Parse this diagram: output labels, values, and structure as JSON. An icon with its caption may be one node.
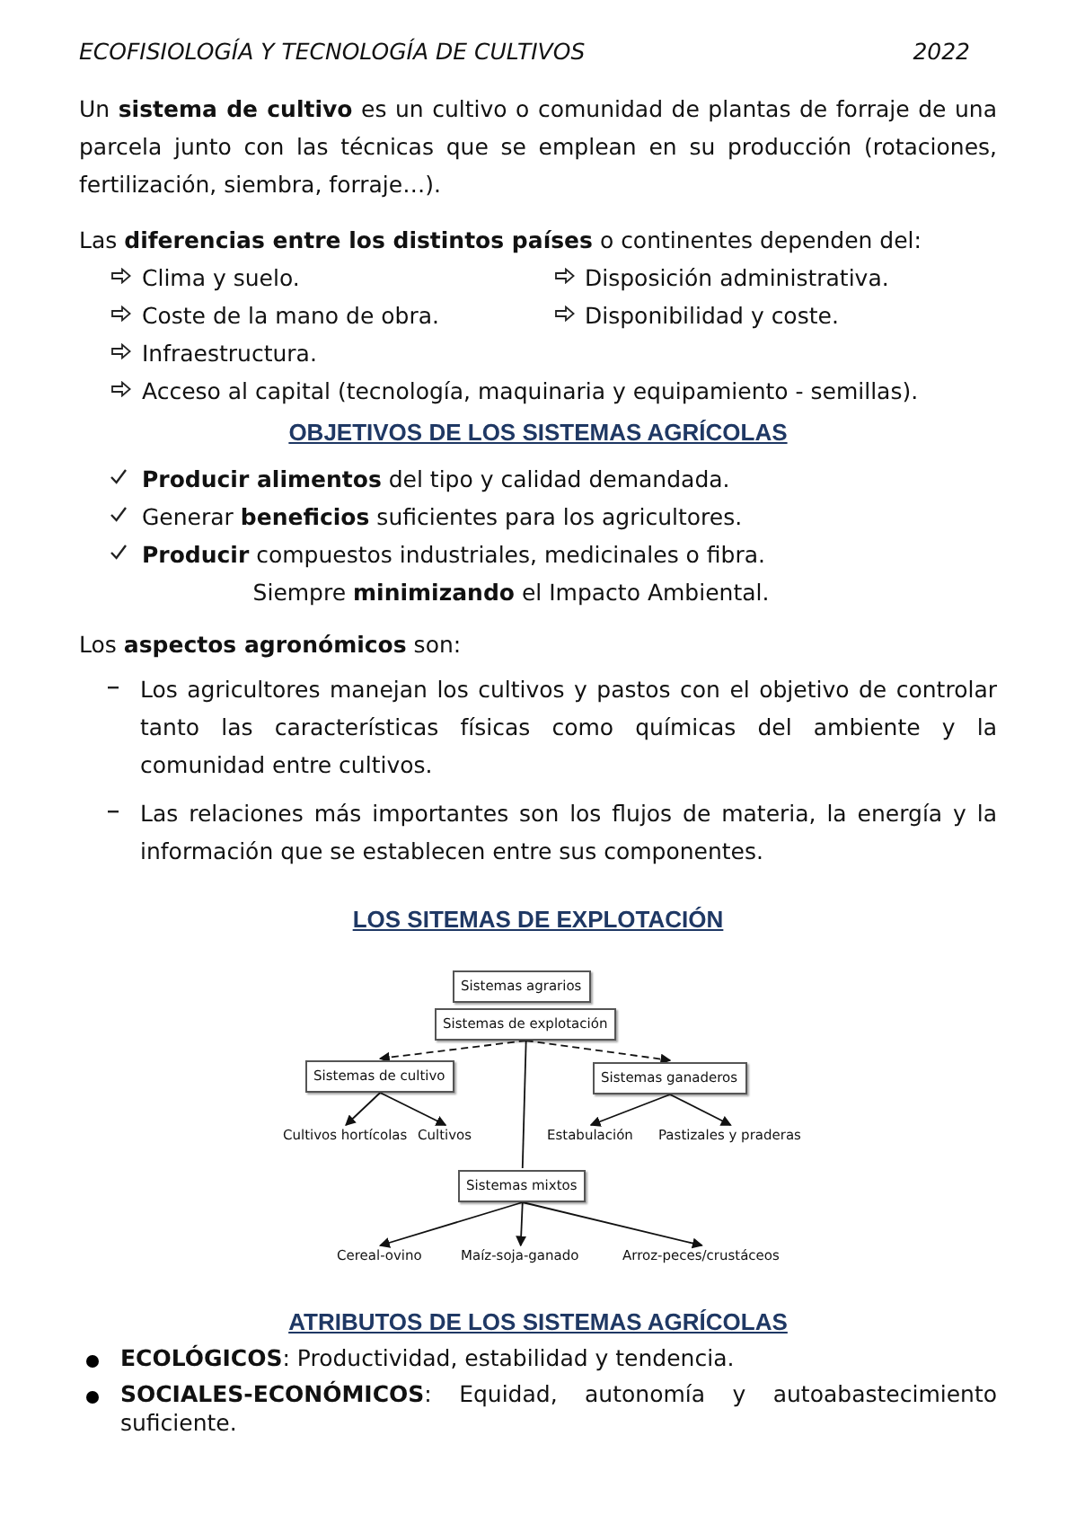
{
  "diagram": {
    "title": "LOS SITEMAS DE EXPLOTACIÓN",
    "nodes": [
      {
        "text": [
          "Sistemas agrarios"
        ]
      },
      {
        "text": [
          "Sistemas de explotación"
        ]
      },
      {
        "text": [
          "Sistemas de cultivo"
        ]
      },
      {
        "text": [
          "Sistemas ganaderos"
        ]
      },
      {
        "text": [
          "Cultivos hortícolas"
        ]
      },
      {
        "text": [
          "Cultivos"
        ]
      },
      {
        "text": [
          "Estabulación"
        ]
      },
      {
        "text": [
          "Pastizales y praderas"
        ]
      },
      {
        "text": [
          "Sistemas mixtos"
        ]
      },
      {
        "text": [
          "Cereal-ovino"
        ]
      },
      {
        "text": [
          "Maíz-soja-ganado"
        ]
      },
      {
        "text": [
          "Arroz-peces/crustáceos"
        ]
      }
    ],
    "edges": [
      {
        "from": 1,
        "to": 2,
        "arrow": "to",
        "style": "dashed"
      },
      {
        "from": 1,
        "to": 3,
        "arrow": "to",
        "style": "dashed"
      },
      {
        "from": 1,
        "to": 8,
        "arrow": "none"
      },
      {
        "from": 2,
        "to": 4,
        "arrow": "to"
      },
      {
        "from": 2,
        "to": 5,
        "arrow": "to"
      },
      {
        "from": 3,
        "to": 6,
        "arrow": "to"
      },
      {
        "from": 3,
        "to": 7,
        "arrow": "to"
      },
      {
        "from": 8,
        "to": 9,
        "arrow": "to"
      },
      {
        "from": 8,
        "to": 10,
        "arrow": "to"
      },
      {
        "from": 8,
        "to": 11,
        "arrow": "to"
      }
    ],
    "labels": [
      "ECOFISIOLOGÍA Y TECNOLOGÍA DE CULTIVOS",
      "2022",
      "Un **sistema de cultivo** es un cultivo o comunidad de plantas de forraje de una parcela junto con las técnicas que se emplean en su producción (rotaciones, fertilización, siembra, forraje…).",
      "Las **diferencias entre los distintos países** o continentes dependen del:",
      "Clima y suelo.",
      "Disposición administrativa.",
      "Coste de la mano de obra.",
      "Disponibilidad y coste.",
      "Infraestructura.",
      "Acceso al capital (tecnología, maquinaria y equipamiento - semillas).",
      "OBJETIVOS DE LOS SISTEMAS AGRÍCOLAS",
      "**Producir alimentos** del tipo y calidad demandada.",
      "Generar **beneficios** suficientes para los agricultores.",
      "**Producir** compuestos industriales, medicinales o fibra.",
      "Siempre **minimizando** el Impacto Ambiental.",
      "Los **aspectos agronómicos** son:",
      "Los agricultores manejan los cultivos y pastos con el objetivo de controlar tanto las características físicas como químicas del ambiente y la comunidad entre cultivos.",
      "Las relaciones más importantes son los flujos de materia, la energía y la información que se establecen entre sus componentes.",
      "ATRIBUTOS DE LOS SISTEMAS AGRÍCOLAS",
      "**ECOLÓGICOS**: Productividad, estabilidad y tendencia.",
      "**SOCIALES-ECONÓMICOS**: Equidad, autonomía y autoabastecimiento suficiente."
    ]
  }
}
